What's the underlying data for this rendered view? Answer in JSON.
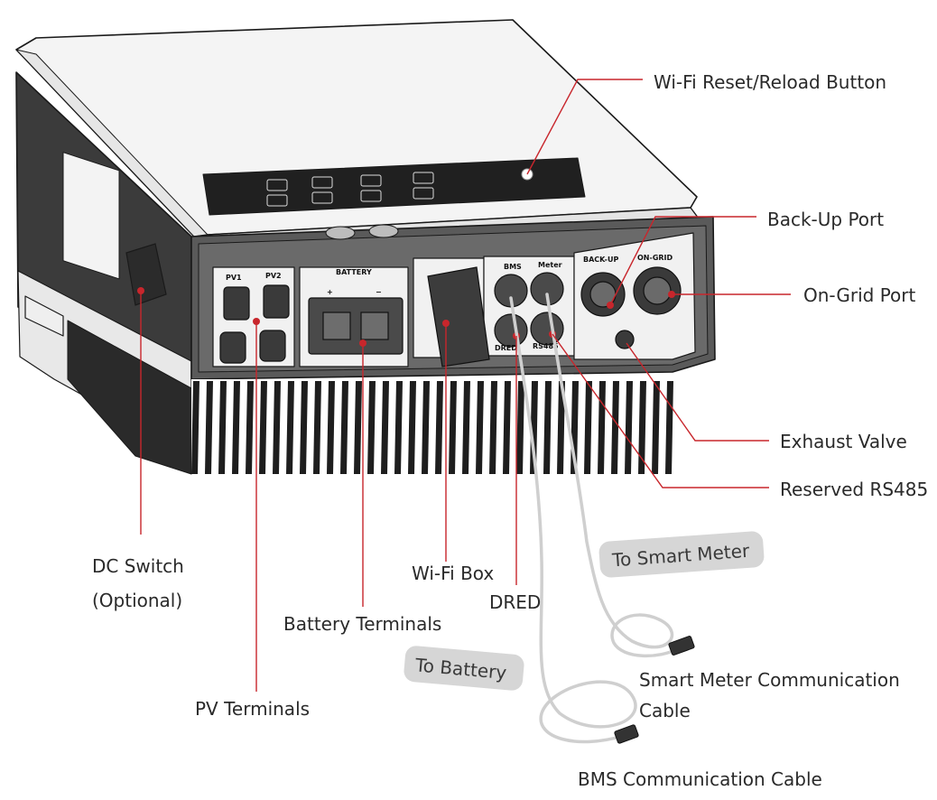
{
  "device": {
    "panel_labels": {
      "pv1": "PV1",
      "pv2": "PV2",
      "battery": "BATTERY",
      "battery_plus": "+",
      "battery_minus": "−",
      "back_up": "BACK-UP",
      "on_grid": "ON-GRID",
      "bms": "BMS",
      "meter": "Meter",
      "dred": "DRED",
      "rs485": "RS485"
    }
  },
  "callouts": {
    "wifi_reset": "Wi-Fi  Reset/Reload Button",
    "backup_port": "Back-Up Port",
    "ongrid_port": "On-Grid Port",
    "exhaust_valve": "Exhaust Valve",
    "reserved_rs485": "Reserved RS485",
    "dc_switch_line1": "DC Switch",
    "dc_switch_line2": "(Optional)",
    "wifi_box": "Wi-Fi Box",
    "dred": "DRED",
    "battery_terminals": "Battery Terminals",
    "pv_terminals": "PV Terminals",
    "smart_meter_cable_line1": "Smart Meter Communication",
    "smart_meter_cable_line2": "Cable",
    "bms_cable": "BMS Communication Cable"
  },
  "cable_tags": {
    "to_smart_meter": "To Smart Meter",
    "to_battery": "To Battery"
  },
  "colors": {
    "leader": "#c8262c",
    "outline": "#1a1a1a",
    "body_dark": "#3a3a3a",
    "panel_light": "#f0f0f0",
    "tag_fill": "#d6d6d6",
    "cable": "#cfcfcf"
  }
}
